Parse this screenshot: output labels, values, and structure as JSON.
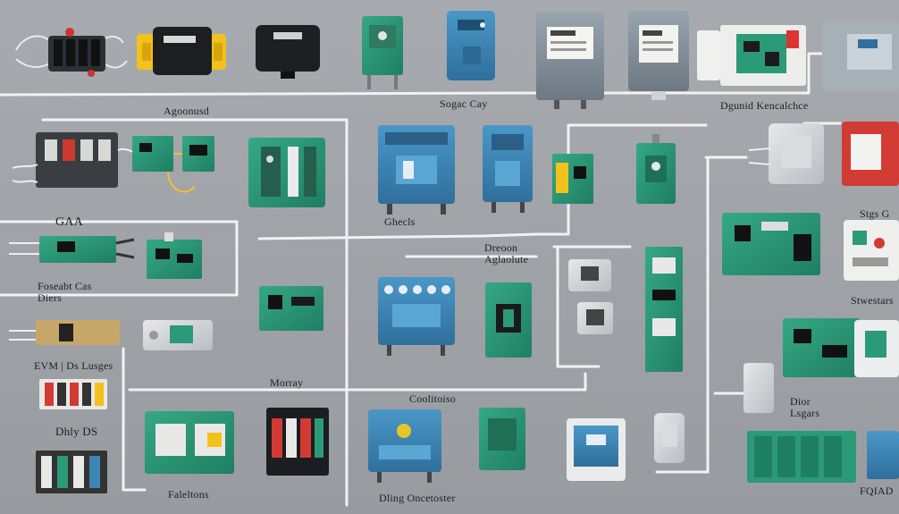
{
  "colors": {
    "background": "#9fa2a6",
    "wire": "#f1f2f3",
    "green_board": "#2b9a78",
    "blue_module": "#3c86b6",
    "gray_meter": "#7f8b96",
    "yellow_relay": "#f1c21c"
  },
  "labels": [
    {
      "id": "label-top-left",
      "text": "Agoonusd"
    },
    {
      "id": "label-top-center",
      "text": "Sogac Cay"
    },
    {
      "id": "label-top-right",
      "text": "Dgunid Kencalchce"
    },
    {
      "id": "label-left-gaa",
      "text": "GAA"
    },
    {
      "id": "label-center-ghecls",
      "text": "Ghecls"
    },
    {
      "id": "label-right-stgs",
      "text": "Stgs G"
    },
    {
      "id": "label-center-dreoon",
      "text": "Dreoon\nAglaolute"
    },
    {
      "id": "label-left-foseabt",
      "text": "Foseabt Cas\nDiers"
    },
    {
      "id": "label-right-stwestars",
      "text": "Stwestars"
    },
    {
      "id": "label-left-evm",
      "text": "EVM | Ds Lusges"
    },
    {
      "id": "label-center-morray",
      "text": "Morray"
    },
    {
      "id": "label-center-coolitoiso",
      "text": "Coolitoiso"
    },
    {
      "id": "label-right-dior",
      "text": "Dior\nLsgars"
    },
    {
      "id": "label-left-dhly",
      "text": "Dhly DS"
    },
    {
      "id": "label-bottom-faleltons",
      "text": "Faleltons"
    },
    {
      "id": "label-bottom-dling",
      "text": "Dling Oncetoster"
    },
    {
      "id": "label-bottom-fqiad",
      "text": "FQIAD"
    }
  ]
}
